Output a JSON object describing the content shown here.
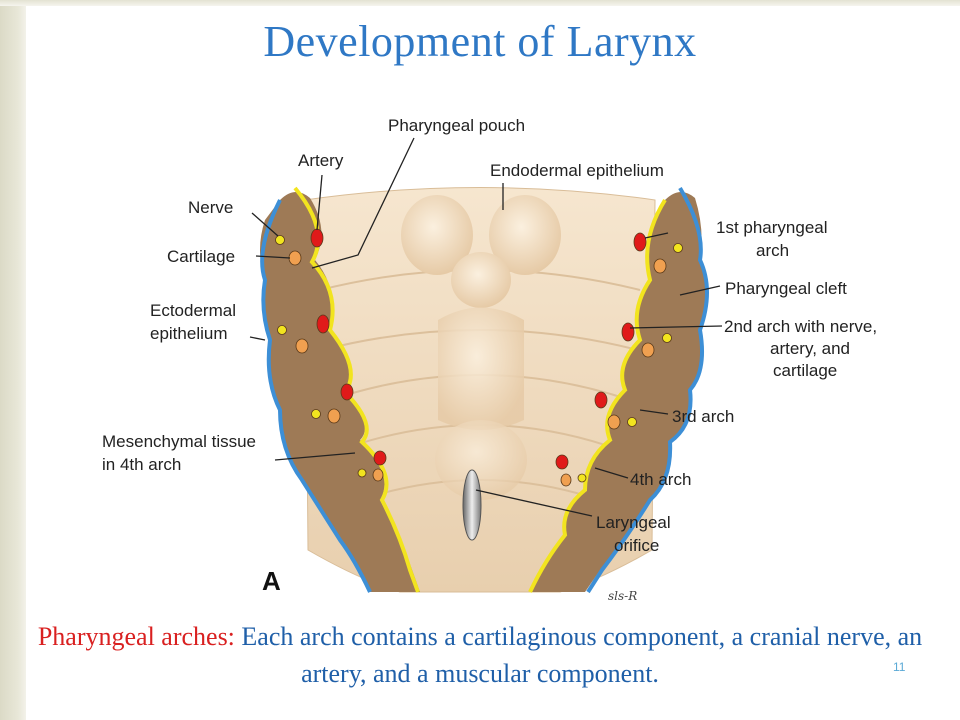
{
  "slide": {
    "title": "Development of Larynx",
    "page_number": "11",
    "colors": {
      "title": "#2f78c5",
      "caption_term": "#d92020",
      "caption_text": "#1f5fa8",
      "page_number": "#5aa9d6"
    }
  },
  "figure": {
    "panel_letter": "A",
    "signature": "sls-R",
    "labels": {
      "pharyngeal_pouch": "Pharyngeal pouch",
      "artery": "Artery",
      "endodermal_epithelium": "Endodermal epithelium",
      "nerve": "Nerve",
      "cartilage": "Cartilage",
      "ectodermal_epithelium": [
        "Ectodermal",
        "epithelium"
      ],
      "mesenchymal_tissue": [
        "Mesenchymal tissue",
        "in 4th arch"
      ],
      "first_arch": [
        "1st pharyngeal",
        "arch"
      ],
      "pharyngeal_cleft": "Pharyngeal cleft",
      "second_arch": [
        "2nd arch with nerve,",
        "artery, and",
        "cartilage"
      ],
      "third_arch": "3rd arch",
      "fourth_arch": "4th arch",
      "laryngeal_orifice": [
        "Laryngeal",
        "orifice"
      ]
    },
    "colors": {
      "mesenchyme": "#9e7a56",
      "ectoderm": "#3d8fd6",
      "endoderm": "#f2e41f",
      "floor": "#f0dcc0",
      "artery": "#e01a1a",
      "cartilage": "#f0a050",
      "nerve": "#f2e41f"
    }
  },
  "caption": {
    "term": "Pharyngeal arches:",
    "text": "Each arch contains a cartilaginous component, a cranial nerve, an artery, and a muscular component."
  }
}
